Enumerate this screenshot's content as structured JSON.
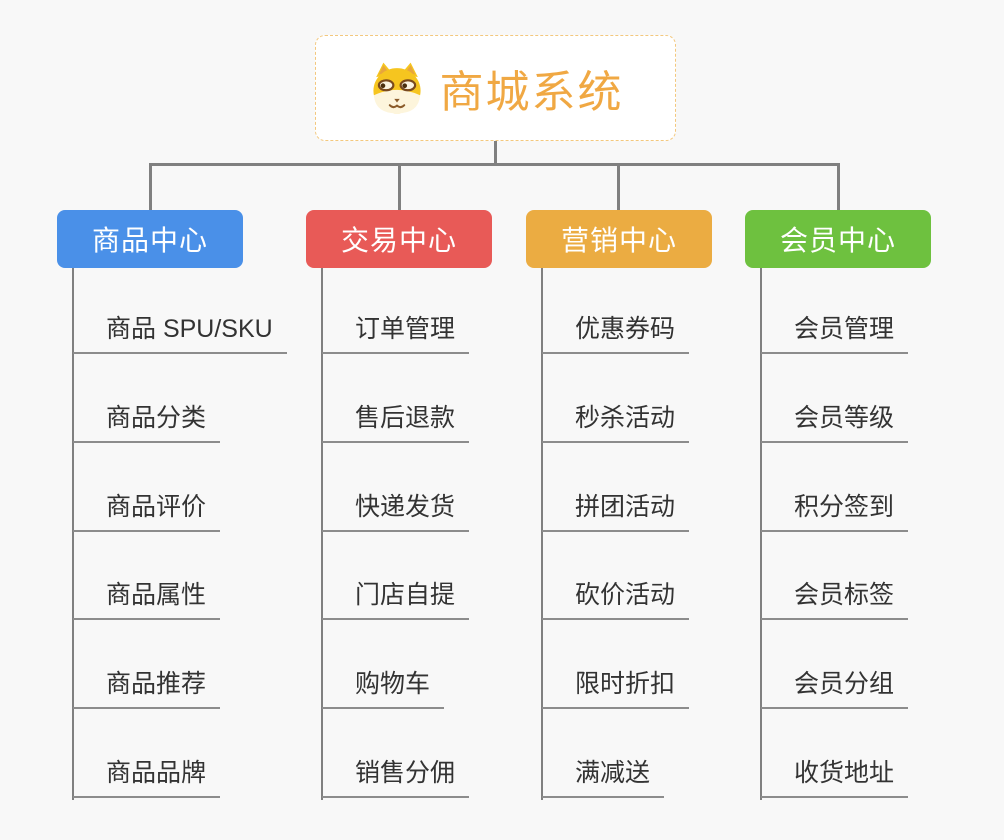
{
  "page": {
    "background": "#f8f8f8",
    "connector_color": "#808080",
    "underline_color": "#8c8c8c"
  },
  "root": {
    "title": "商城系统",
    "icon": "shiba-dog-icon",
    "title_color": "#f0a843",
    "border_color": "#f3c87e"
  },
  "branches": [
    {
      "label": "商品中心",
      "color": "#4a90e8",
      "children": [
        "商品 SPU/SKU",
        "商品分类",
        "商品评价",
        "商品属性",
        "商品推荐",
        "商品品牌"
      ]
    },
    {
      "label": "交易中心",
      "color": "#e85a57",
      "children": [
        "订单管理",
        "售后退款",
        "快递发货",
        "门店自提",
        "购物车",
        "销售分佣"
      ]
    },
    {
      "label": "营销中心",
      "color": "#ebac42",
      "children": [
        "优惠券码",
        "秒杀活动",
        "拼团活动",
        "砍价活动",
        "限时折扣",
        "满减送"
      ]
    },
    {
      "label": "会员中心",
      "color": "#6ec13f",
      "children": [
        "会员管理",
        "会员等级",
        "积分签到",
        "会员标签",
        "会员分组",
        "收货地址"
      ]
    }
  ]
}
